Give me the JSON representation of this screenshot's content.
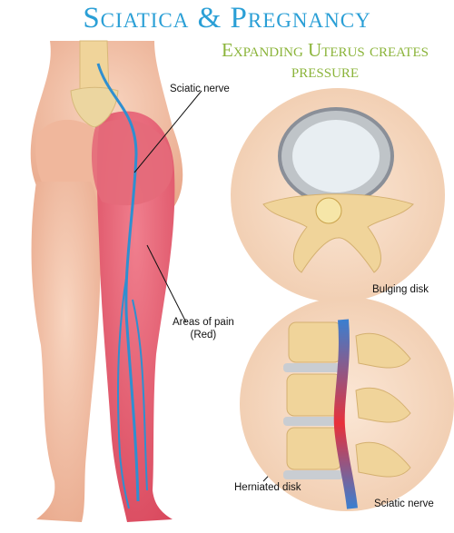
{
  "title": "Sciatica & Pregnancy",
  "subtitle": "Expanding Uterus creates pressure",
  "labels": {
    "sciatic_nerve_top": "Sciatic nerve",
    "areas_of_pain": "Areas of pain",
    "areas_of_pain_note": "(Red)",
    "bulging_disk": "Bulging disk",
    "herniated_disk": "Herniated disk",
    "sciatic_nerve_bottom": "Sciatic nerve"
  },
  "colors": {
    "title": "#2a9fd6",
    "subtitle": "#8bb43a",
    "skin": "#f2c2a8",
    "pain_red": "#e0566a",
    "nerve": "#2f8fd0",
    "bone": "#f0d49a",
    "circle_bg": "#f6dcc4"
  }
}
